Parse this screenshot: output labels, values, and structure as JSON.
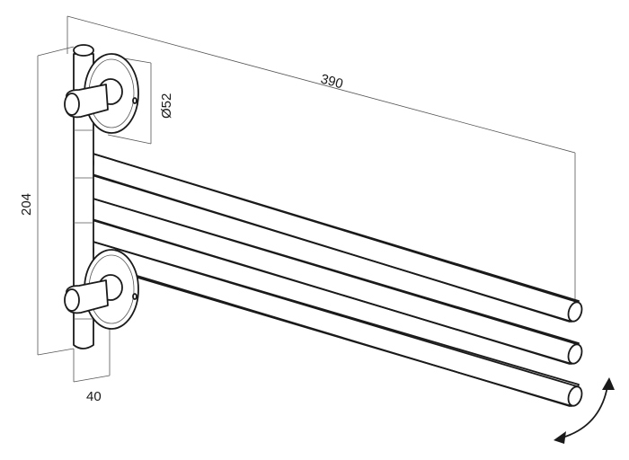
{
  "dimensions": {
    "length": "390",
    "height": "204",
    "diameter": "Ø52",
    "depth": "40"
  },
  "bar_count": 3,
  "line_color": "#1a1a1a",
  "dim_line_color": "#555555"
}
